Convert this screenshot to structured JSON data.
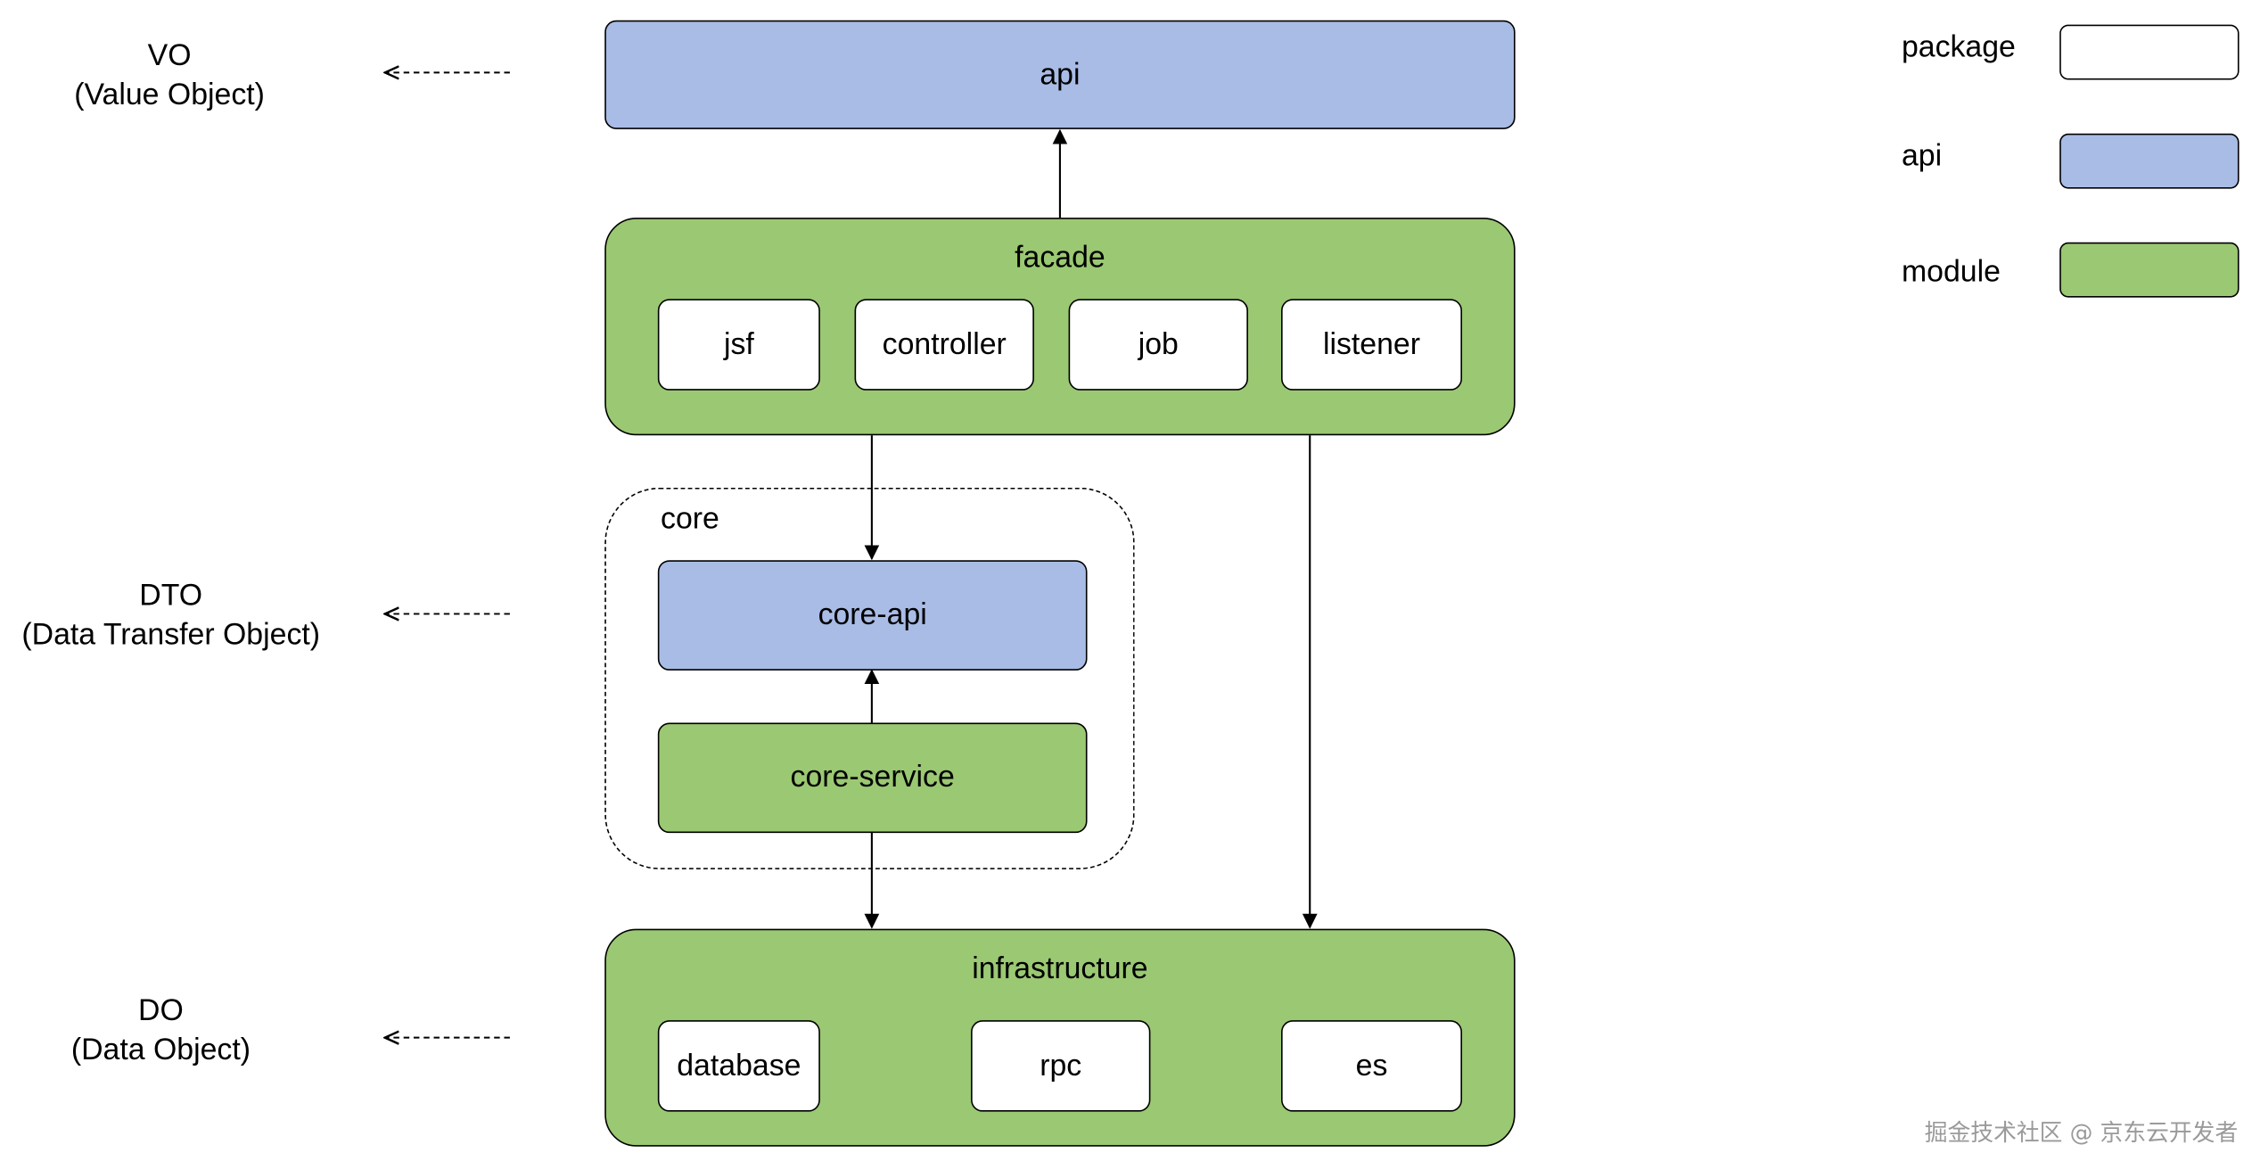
{
  "layers": {
    "vo": {
      "name": "VO",
      "desc": "(Value Object)"
    },
    "dto": {
      "name": "DTO",
      "desc": "(Data Transfer Object)"
    },
    "do": {
      "name": "DO",
      "desc": "(Data Object)"
    }
  },
  "modules": {
    "api": {
      "label": "api"
    },
    "facade": {
      "label": "facade",
      "packages": [
        "jsf",
        "controller",
        "job",
        "listener"
      ]
    },
    "core": {
      "label": "core",
      "api_label": "core-api",
      "service_label": "core-service"
    },
    "infrastructure": {
      "label": "infrastructure",
      "packages": [
        "database",
        "rpc",
        "es"
      ]
    }
  },
  "legend": {
    "package": "package",
    "api": "api",
    "module": "module"
  },
  "colors": {
    "api": "#a9bce6",
    "module": "#9bc872",
    "package": "#ffffff",
    "stroke": "#000000"
  },
  "watermark": "掘金技术社区 @ 京东云开发者"
}
